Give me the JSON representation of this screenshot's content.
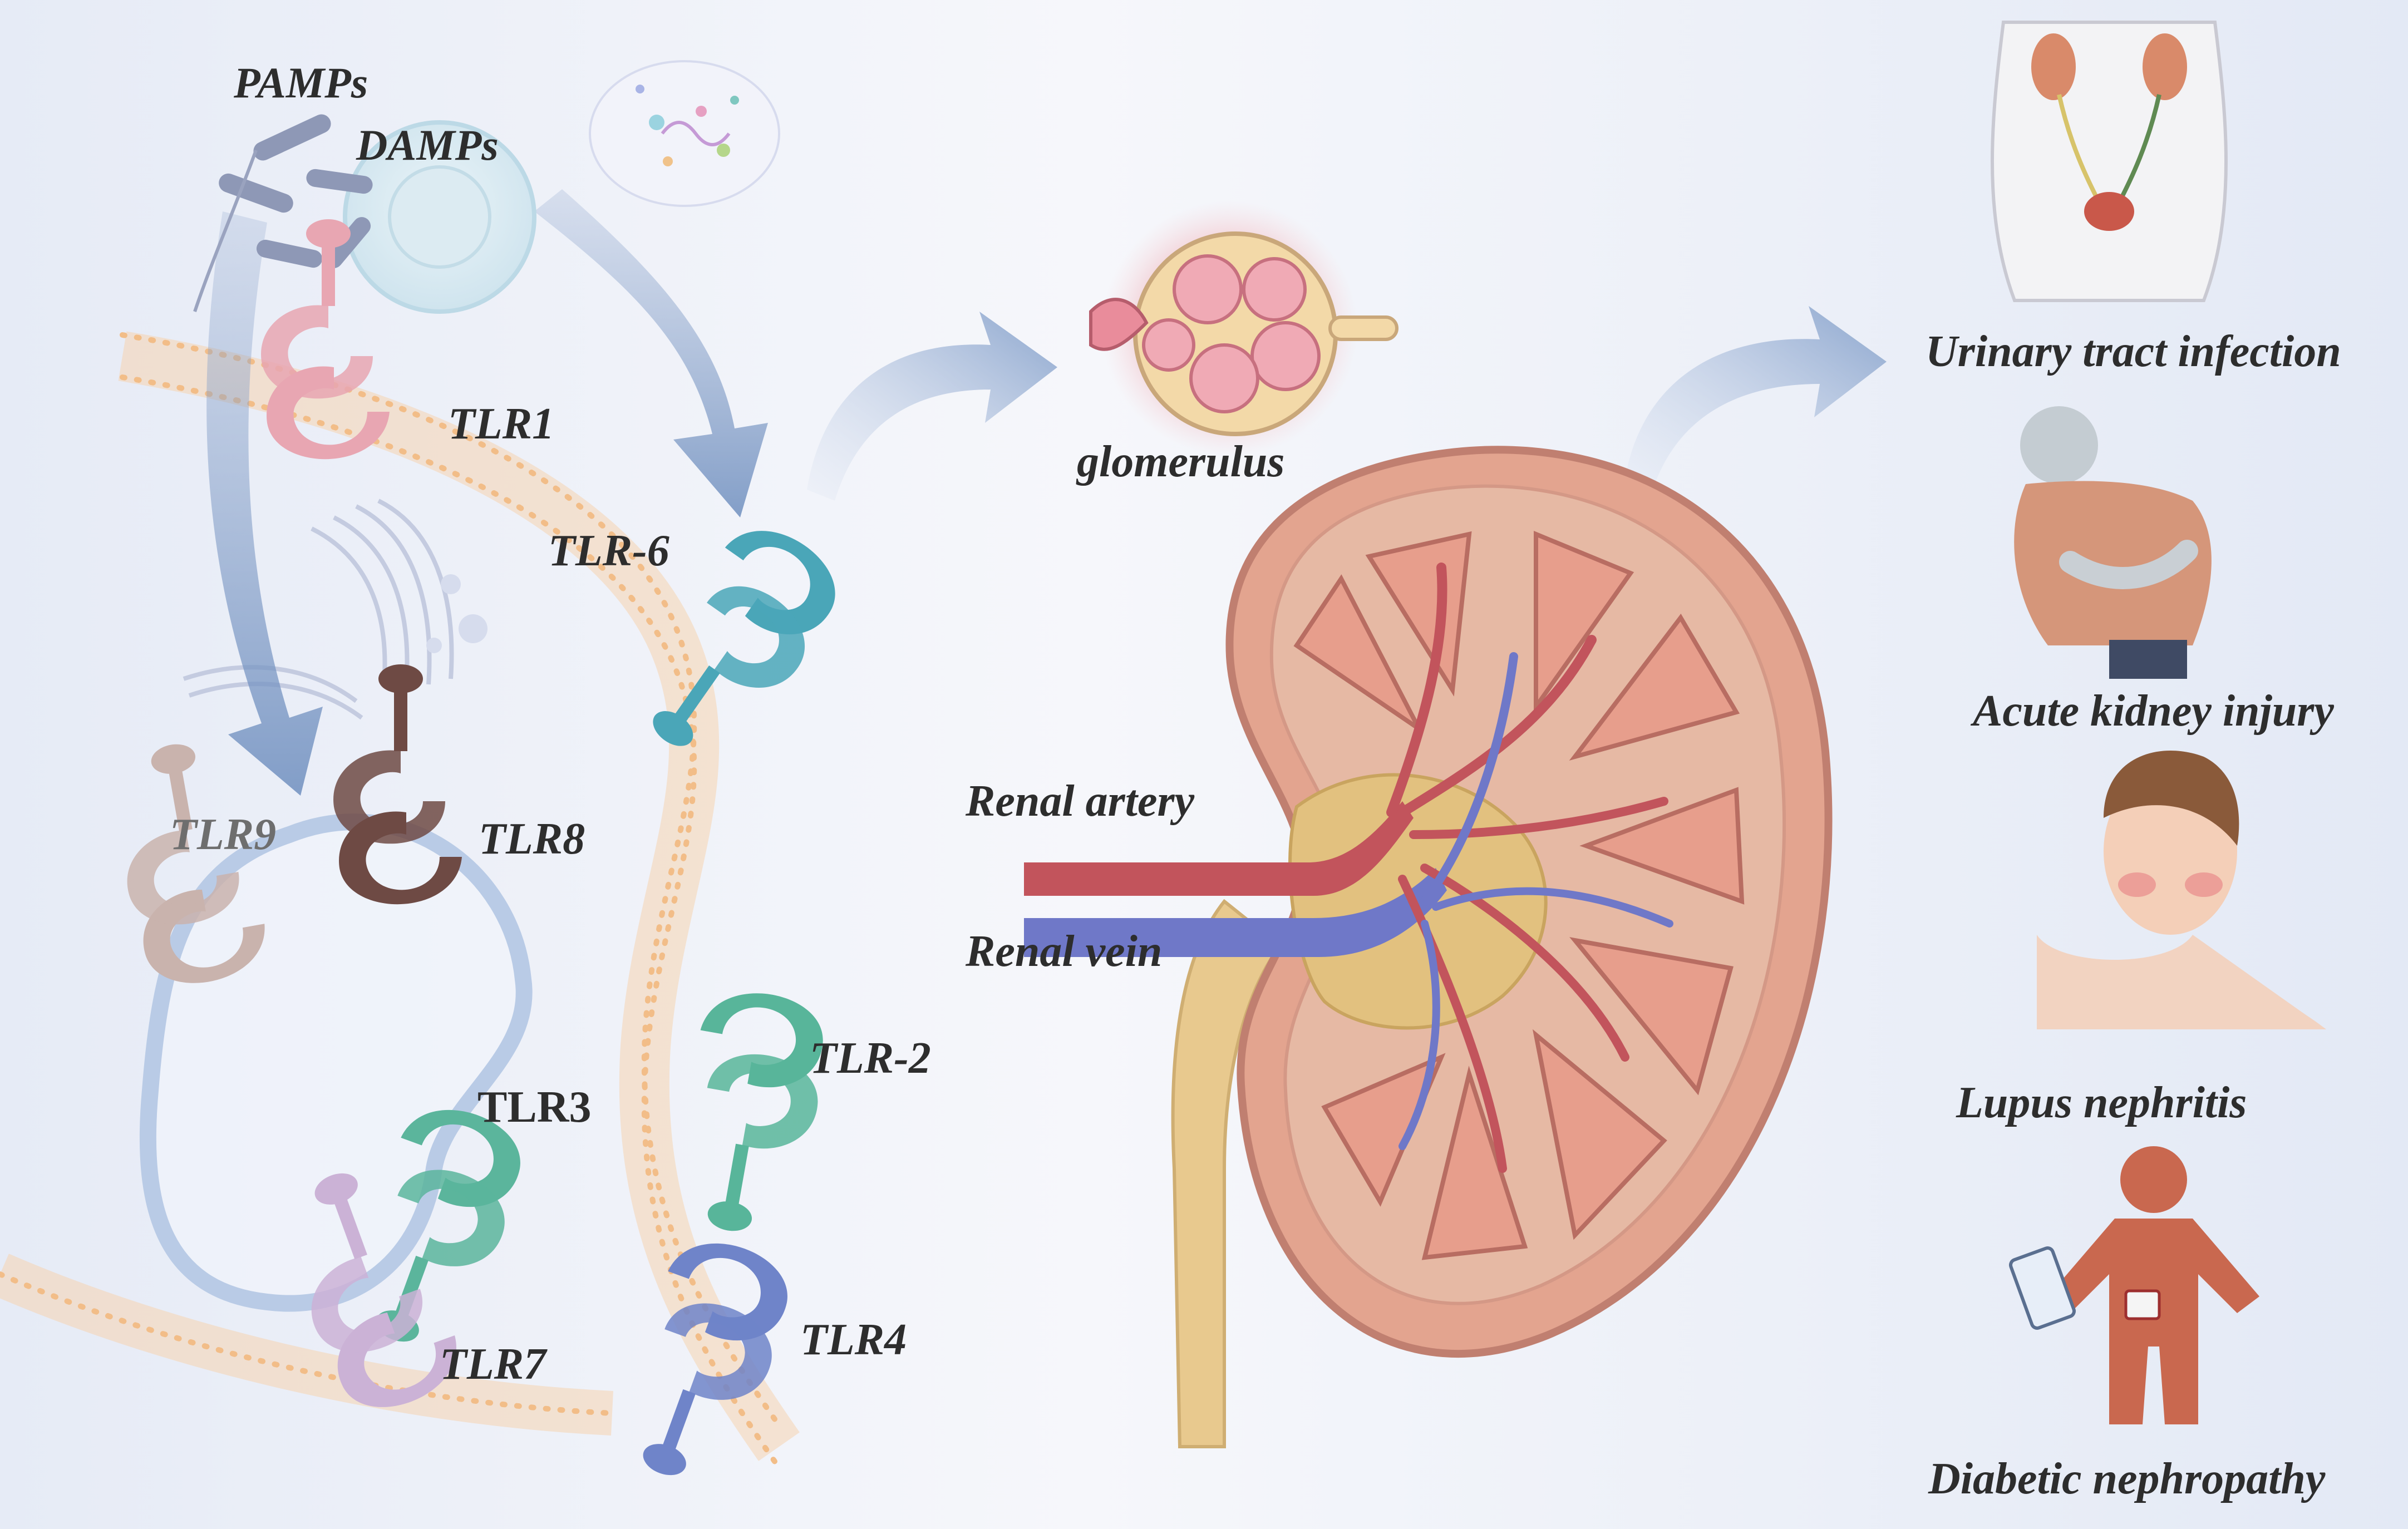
{
  "stimuli": {
    "pamps": "PAMPs",
    "damps": "DAMPs"
  },
  "receptors": {
    "tlr1": "TLR1",
    "tlr6": "TLR-6",
    "tlr9": "TLR9",
    "tlr8": "TLR8",
    "tlr3": "TLR3",
    "tlr2": "TLR-2",
    "tlr4": "TLR4",
    "tlr7": "TLR7"
  },
  "kidney": {
    "glomerulus": "glomerulus",
    "renal_artery": "Renal artery",
    "renal_vein": "Renal vein"
  },
  "diseases": {
    "uti": "Urinary tract infection",
    "aki": "Acute kidney injury",
    "lupus": "Lupus nephritis",
    "diabetic": "Diabetic nephropathy"
  },
  "colors": {
    "membrane": "#f5c79a",
    "arrow": "#a7b9d6",
    "artery": "#c2545c",
    "vein": "#6f78c8",
    "kidney_cortex": "#e3a48f",
    "tlr1": "#e8a6b2",
    "tlr6": "#4aa6b8",
    "tlr8": "#6e4a44",
    "tlr9": "#c9b3ad",
    "tlr3": "#5bb59c",
    "tlr2": "#58b59a",
    "tlr4": "#6f84c9",
    "tlr7": "#cbb2d6"
  }
}
